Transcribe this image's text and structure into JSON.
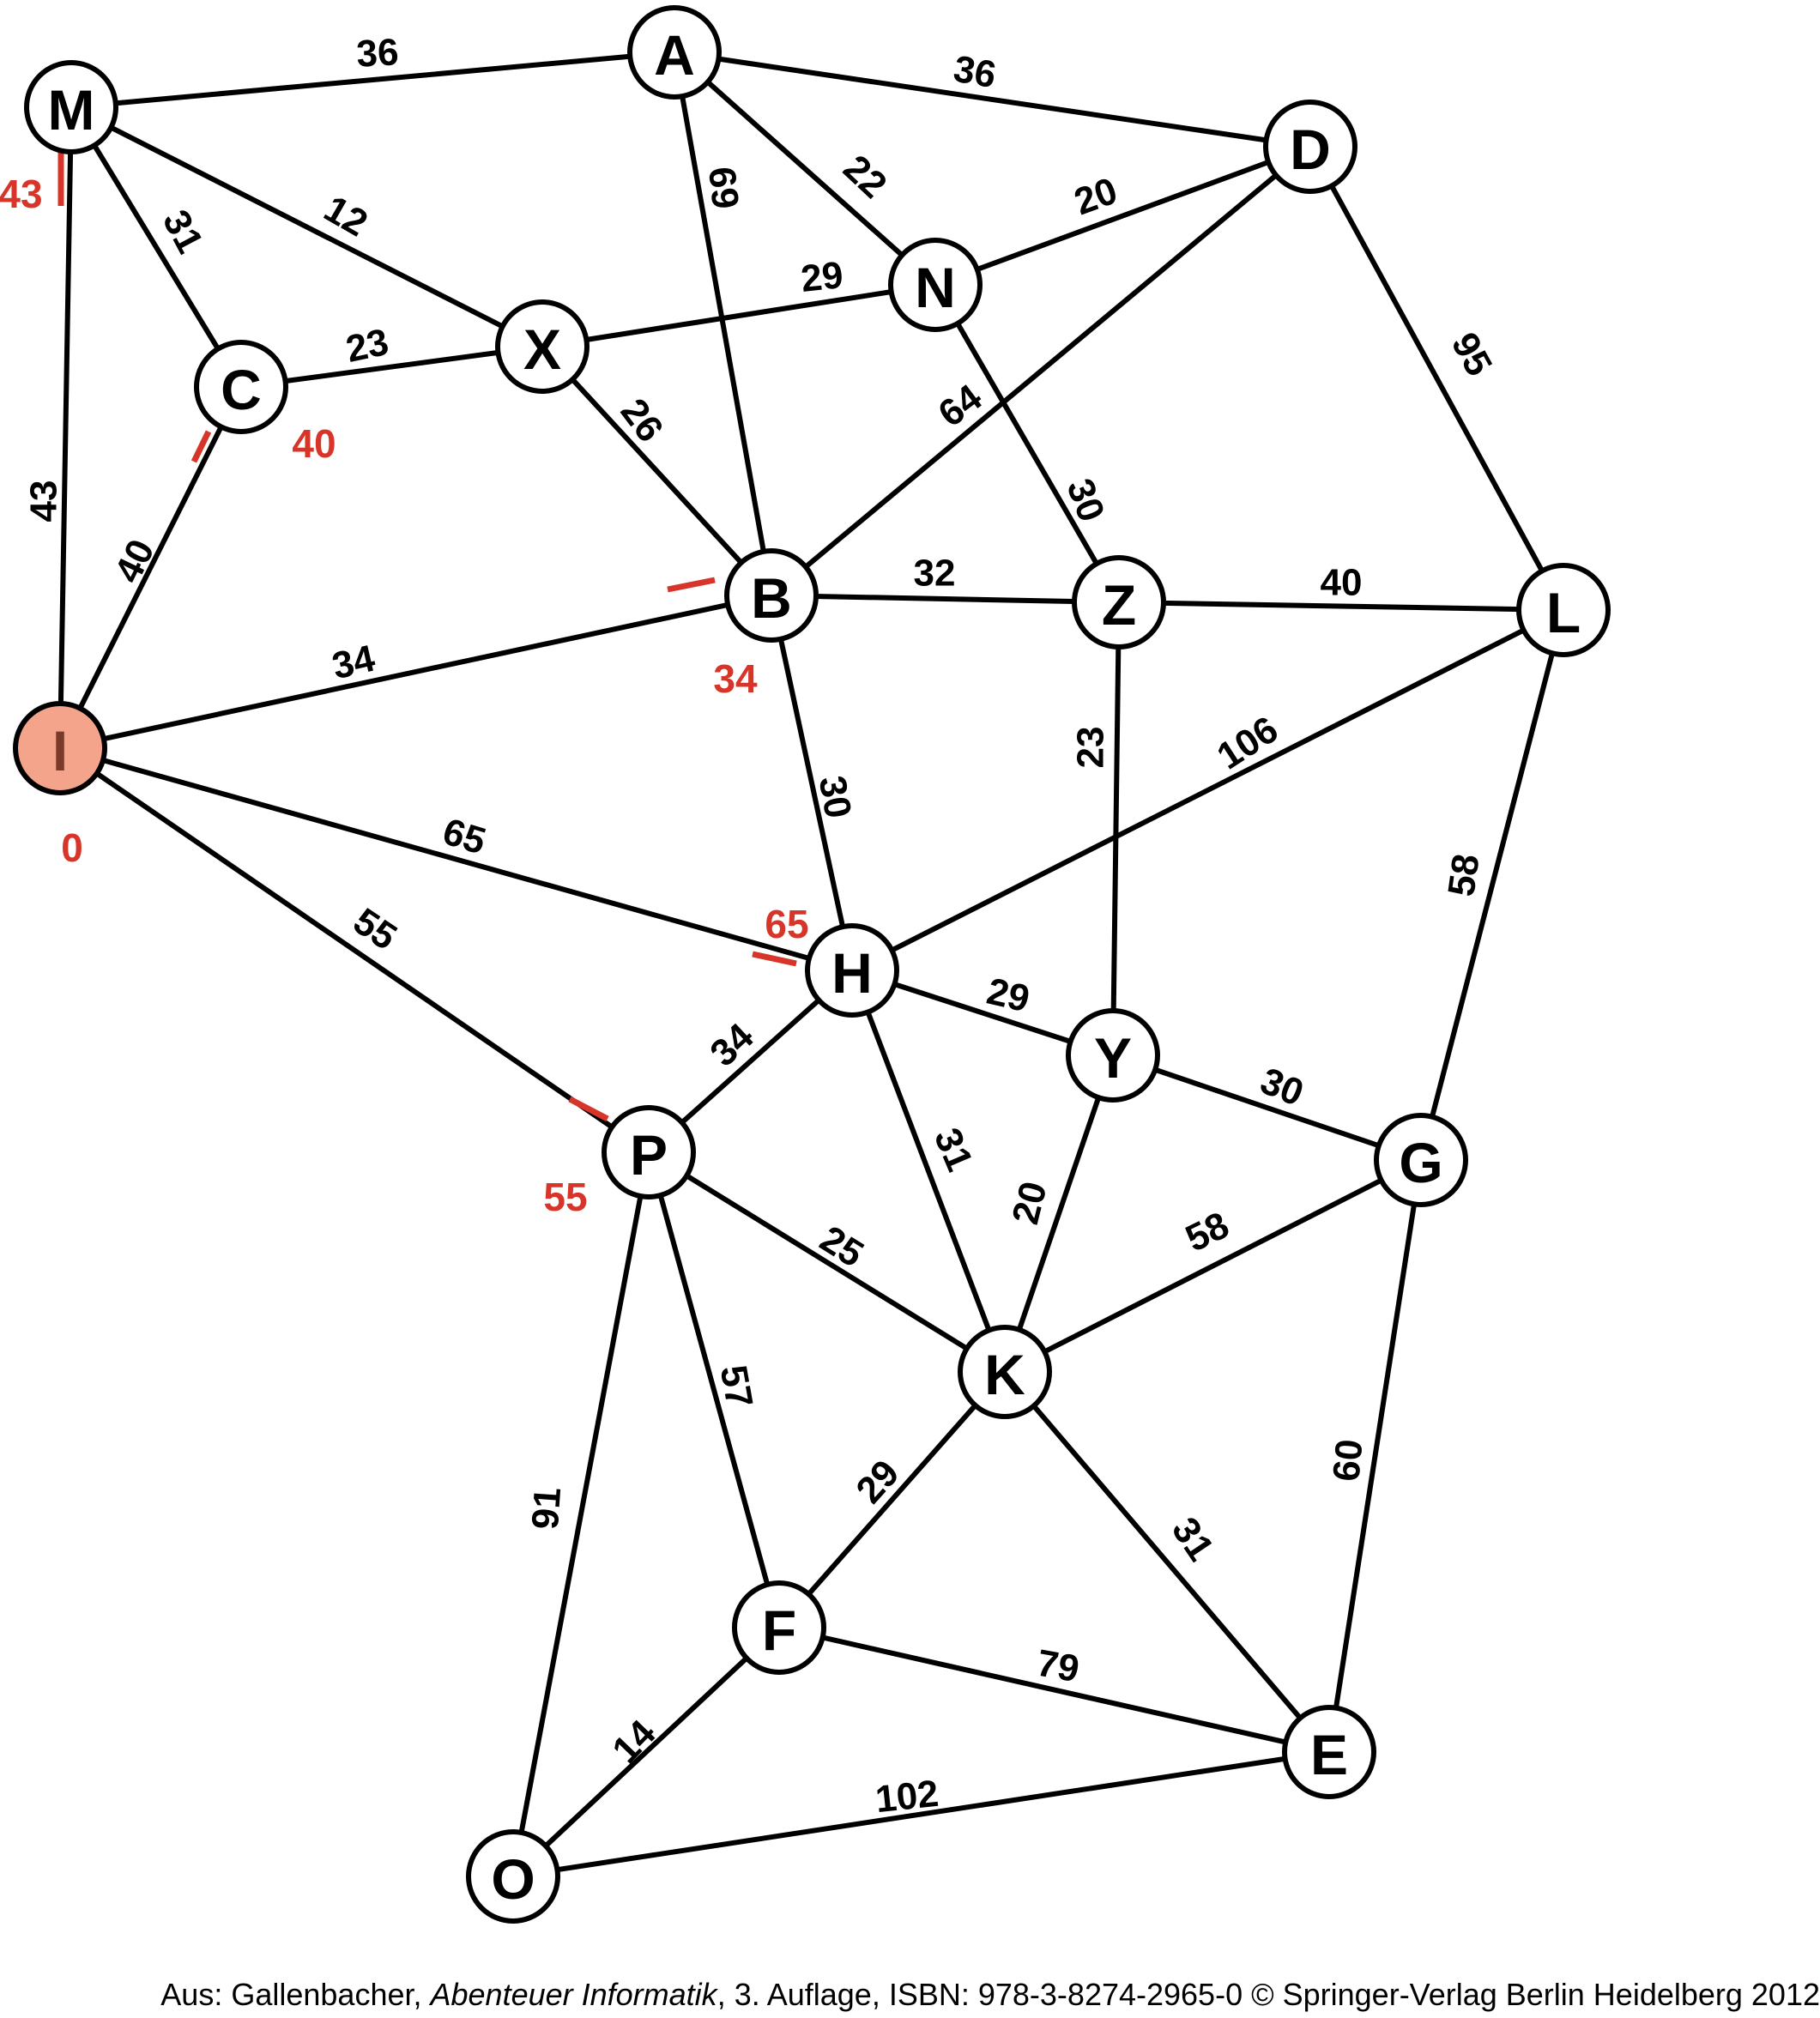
{
  "nodes": [
    {
      "id": "M",
      "label": "M"
    },
    {
      "id": "A",
      "label": "A"
    },
    {
      "id": "D",
      "label": "D"
    },
    {
      "id": "N",
      "label": "N"
    },
    {
      "id": "X",
      "label": "X"
    },
    {
      "id": "C",
      "label": "C"
    },
    {
      "id": "B",
      "label": "B"
    },
    {
      "id": "Z",
      "label": "Z"
    },
    {
      "id": "L",
      "label": "L"
    },
    {
      "id": "I",
      "label": "I",
      "start": true
    },
    {
      "id": "H",
      "label": "H"
    },
    {
      "id": "Y",
      "label": "Y"
    },
    {
      "id": "G",
      "label": "G"
    },
    {
      "id": "P",
      "label": "P"
    },
    {
      "id": "K",
      "label": "K"
    },
    {
      "id": "F",
      "label": "F"
    },
    {
      "id": "E",
      "label": "E"
    },
    {
      "id": "O",
      "label": "O"
    }
  ],
  "edges": [
    {
      "from": "M",
      "to": "A",
      "weight": "36"
    },
    {
      "from": "A",
      "to": "D",
      "weight": "36"
    },
    {
      "from": "A",
      "to": "N",
      "weight": "22"
    },
    {
      "from": "A",
      "to": "B",
      "weight": "69"
    },
    {
      "from": "M",
      "to": "C",
      "weight": "31"
    },
    {
      "from": "M",
      "to": "X",
      "weight": "12"
    },
    {
      "from": "M",
      "to": "I",
      "weight": "43"
    },
    {
      "from": "N",
      "to": "D",
      "weight": "20"
    },
    {
      "from": "X",
      "to": "N",
      "weight": "29"
    },
    {
      "from": "C",
      "to": "X",
      "weight": "23"
    },
    {
      "from": "X",
      "to": "B",
      "weight": "26"
    },
    {
      "from": "D",
      "to": "B",
      "weight": "64"
    },
    {
      "from": "N",
      "to": "Z",
      "weight": "30"
    },
    {
      "from": "D",
      "to": "L",
      "weight": "95"
    },
    {
      "from": "I",
      "to": "C",
      "weight": "40"
    },
    {
      "from": "B",
      "to": "Z",
      "weight": "32"
    },
    {
      "from": "Z",
      "to": "L",
      "weight": "40"
    },
    {
      "from": "I",
      "to": "B",
      "weight": "34"
    },
    {
      "from": "B",
      "to": "H",
      "weight": "30"
    },
    {
      "from": "Z",
      "to": "Y",
      "weight": "23"
    },
    {
      "from": "H",
      "to": "L",
      "weight": "106"
    },
    {
      "from": "L",
      "to": "G",
      "weight": "58"
    },
    {
      "from": "I",
      "to": "H",
      "weight": "65"
    },
    {
      "from": "I",
      "to": "P",
      "weight": "55"
    },
    {
      "from": "H",
      "to": "Y",
      "weight": "29"
    },
    {
      "from": "P",
      "to": "H",
      "weight": "34"
    },
    {
      "from": "Y",
      "to": "G",
      "weight": "30"
    },
    {
      "from": "H",
      "to": "K",
      "weight": "31"
    },
    {
      "from": "K",
      "to": "Y",
      "weight": "20"
    },
    {
      "from": "K",
      "to": "G",
      "weight": "58"
    },
    {
      "from": "P",
      "to": "K",
      "weight": "25"
    },
    {
      "from": "P",
      "to": "F",
      "weight": "57"
    },
    {
      "from": "G",
      "to": "E",
      "weight": "60"
    },
    {
      "from": "P",
      "to": "O",
      "weight": "91"
    },
    {
      "from": "F",
      "to": "K",
      "weight": "29"
    },
    {
      "from": "K",
      "to": "E",
      "weight": "31"
    },
    {
      "from": "F",
      "to": "E",
      "weight": "79"
    },
    {
      "from": "O",
      "to": "F",
      "weight": "14"
    },
    {
      "from": "O",
      "to": "E",
      "weight": "102"
    }
  ],
  "distances": [
    {
      "node": "I",
      "value": "0"
    },
    {
      "node": "M",
      "value": "43"
    },
    {
      "node": "C",
      "value": "40"
    },
    {
      "node": "B",
      "value": "34"
    },
    {
      "node": "H",
      "value": "65"
    },
    {
      "node": "P",
      "value": "55"
    }
  ],
  "credit": {
    "prefix": "Aus: Gallenbacher, ",
    "title": "Abenteuer Informatik",
    "suffix": ", 3. Auflage, ISBN: 978-3-8274-2965-0 © Springer-Verlag Berlin Heidelberg 2012"
  },
  "colors": {
    "start_node_fill": "#f4a48a",
    "distance_red": "#d8352a",
    "line": "#000000"
  }
}
